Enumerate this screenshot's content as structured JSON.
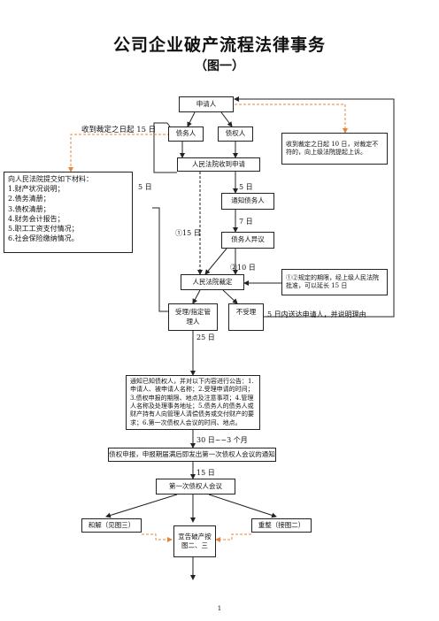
{
  "title": "公司企业破产流程法律事务",
  "subtitle": "（图一）",
  "nodes": {
    "applicant": "申请人",
    "debtor": "债务人",
    "creditor": "债权人",
    "court_receives": "人民法院收到申请",
    "notify_debtor": "通知债务人",
    "debtor_objection": "债务人异议",
    "court_ruling": "人民法院裁定",
    "accept": "受理/指定管\n理人",
    "reject": "不受理",
    "announce": "通知已知债权人，并对以下内容进行公告：1.申请人、被申请人名称；2.受理申请的时间；3.债权申报的期限、地点及注意事项；4.管理人名称及处理事务地址；5.债务人的债务人或财产持有人向管理人清偿债务或交付财产的要求；6.第一次债权人会议的时间、地点。",
    "claim_filing": "债权申报，申报期届满后即发出第一次债权人会议的通知",
    "first_meeting": "第一次债权人会议",
    "settlement": "和解（见图三）",
    "bankruptcy": "宣告破产按\n图二、三",
    "reorganization": "重整（接图二）"
  },
  "notes": {
    "materials": "向人民法院提交如下材料：\n1.财产状况说明；\n2.债务清册；\n3.债权清册；\n4.财务会计报告；\n5.职工工资支付情况；\n6.社会保险缴纳情况。",
    "appeal": "收到裁定之日起 10 日，对裁定不符的，向上级法院提起上诉。",
    "extension": "①②规定的期限，经上级人民法院批准，可以延长 15 日"
  },
  "labels": {
    "ten_days_after_ruling": "收到裁定之日起 15 日",
    "five_days_left": "5 日",
    "five_days_notify": "5 日",
    "seven_days": "7 日",
    "fifteen_days_circle": "①15 日",
    "ten_days_circle": "②10 日",
    "five_days_reject": "5 日内送达申请人，并说明理由",
    "twenty_five_days": "25 日",
    "thirty_days_three_months": "30 日~~3 个月",
    "fifteen_days": "15 日"
  },
  "page_number": "1",
  "colors": {
    "line": "#222222",
    "dashed_accent": "#e8843a"
  }
}
